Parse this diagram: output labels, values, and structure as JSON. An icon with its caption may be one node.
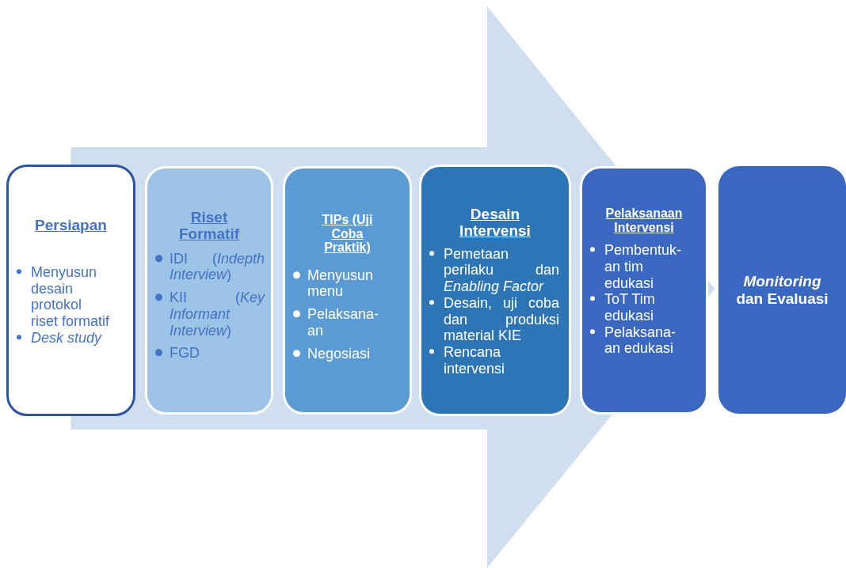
{
  "diagram": {
    "nodes": [
      {
        "text": [
          "Persiapan",
          "Menyusun desain protokol riset formatif",
          "*Desk study*"
        ]
      },
      {
        "text": [
          "Riset Formatif",
          "IDI (*Indepth Interview*)",
          "KII (*Key Informant Interview*)",
          "FGD"
        ]
      },
      {
        "text": [
          "TIPs (Uji Coba Praktik)",
          "Menyusun menu",
          "Pelaksana-an",
          "Negosiasi"
        ]
      },
      {
        "text": [
          "Desain Intervensi",
          "Pemetaan perilaku dan *Enabling Factor*",
          "Desain, uji coba dan produksi material KIE",
          "Rencana intervensi"
        ]
      },
      {
        "text": [
          "Pelaksanaan Intervensi",
          "Pembentuk-an tim edukasi",
          "ToT Tim edukasi",
          "Pelaksana-an edukasi"
        ]
      },
      {
        "text": [
          "*Monitoring* dan Evaluasi"
        ]
      }
    ],
    "edges": [
      {
        "from": 0,
        "to": 5,
        "arrow": "to"
      }
    ]
  }
}
